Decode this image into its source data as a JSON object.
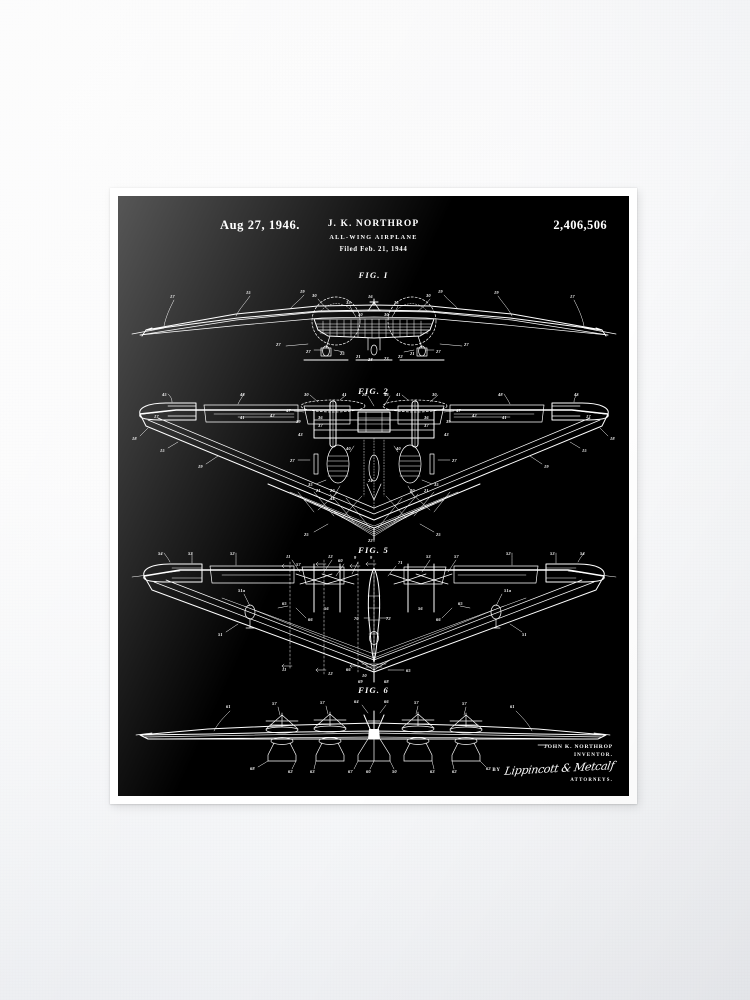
{
  "page": {
    "background_color": "#eef0f4",
    "poster_color": "#ffffff",
    "plate_color": "#000000",
    "ink_color": "#ffffff"
  },
  "header": {
    "date": "Aug 27, 1946.",
    "inventor": "J. K. NORTHROP",
    "title": "ALL-WING AIRPLANE",
    "filed": "Filed Feb. 21, 1944",
    "patent_number": "2,406,506"
  },
  "figures": [
    {
      "id": "fig1",
      "caption": "FIG. I",
      "view": "front elevation of all-wing airplane with center nacelle section",
      "callouts": [
        "17",
        "15",
        "19",
        "30",
        "35",
        "30",
        "16",
        "30",
        "35",
        "30",
        "19",
        "17",
        "27",
        "27",
        "25",
        "21",
        "28",
        "23",
        "22",
        "21",
        "27",
        "27"
      ]
    },
    {
      "id": "fig2",
      "caption": "FIG. 2",
      "view": "plan view of all-wing airplane showing wing structure, engines and landing gear",
      "callouts": [
        "45",
        "48",
        "30",
        "41",
        "26",
        "46",
        "41",
        "30",
        "48",
        "45",
        "17",
        "47",
        "36",
        "38",
        "47",
        "17",
        "18",
        "39",
        "37",
        "37",
        "39",
        "18",
        "15",
        "43",
        "41",
        "42",
        "43",
        "19",
        "19",
        "27",
        "40",
        "24",
        "40",
        "27",
        "19",
        "35",
        "44",
        "20",
        "35",
        "21",
        "20",
        "20",
        "21",
        "25",
        "25",
        "22"
      ]
    },
    {
      "id": "fig5",
      "caption": "FIG. 5",
      "view": "plan view showing control surfaces, engine nacelles and propeller shafts",
      "callouts": [
        "54",
        "53",
        "52",
        "11",
        "57",
        "12",
        "60",
        "9",
        "9",
        "71",
        "53",
        "57",
        "52",
        "53",
        "54",
        "51a",
        "65",
        "66",
        "56",
        "70",
        "72",
        "56",
        "56",
        "51a",
        "51",
        "51",
        "11",
        "12",
        "66",
        "10",
        "65",
        "67",
        "68",
        "69"
      ]
    },
    {
      "id": "fig6",
      "caption": "FIG. 6",
      "view": "front elevation showing four propellers and landing gear",
      "callouts": [
        "61",
        "57",
        "57",
        "64",
        "66",
        "57",
        "57",
        "61",
        "68",
        "62",
        "63",
        "67",
        "60",
        "50",
        "63",
        "62",
        "62"
      ]
    }
  ],
  "signature": {
    "name": "JOHN K. NORTHROP",
    "role": "INVENTOR.",
    "by": "BY",
    "cursive": "Lippincott & Metcalf",
    "attorneys": "ATTORNEYS."
  }
}
